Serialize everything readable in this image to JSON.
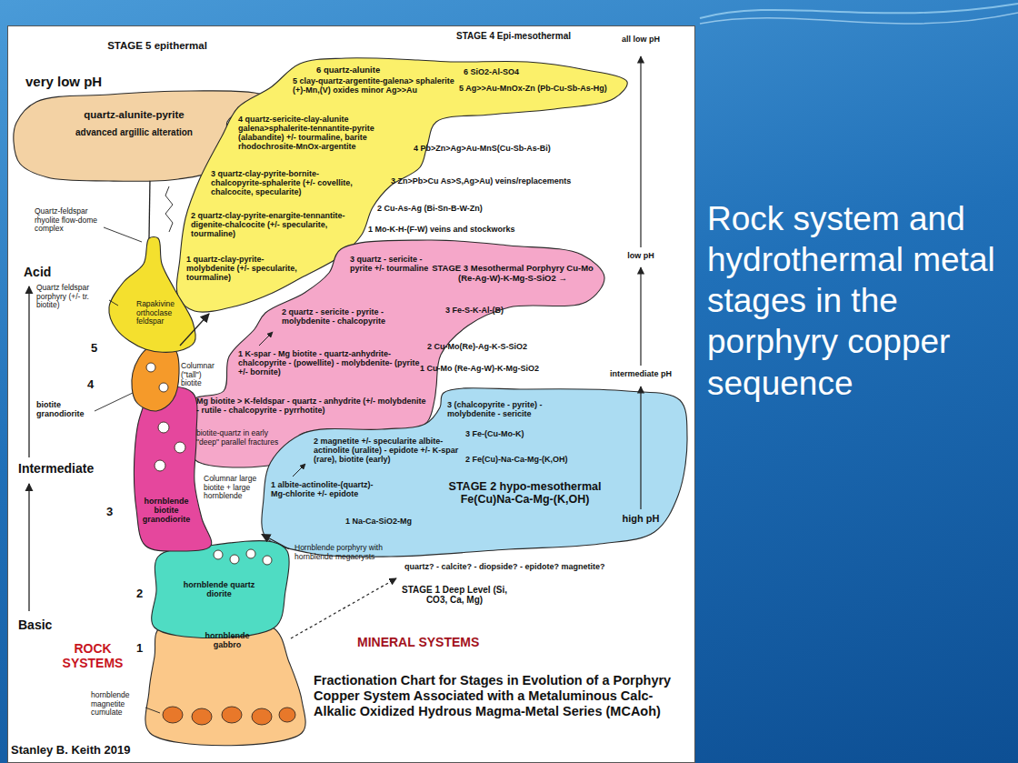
{
  "diagram": {
    "title": "Rock system and hydrothermal metal stages in the porphyry copper sequence",
    "caption": "Fractionation Chart for Stages in Evolution of a Porphyry Copper System Associated with a Metaluminous Calc-Alkalic Oxidized Hydrous Magma-Metal Series (MCAoh)",
    "nodes": [
      {
        "text": [
          "STAGE 5 epithermal",
          "quartz-alunite-pyrite",
          "advanced argillic alteration"
        ]
      },
      {
        "text": [
          "STAGE 4 Epi-mesothermal",
          "6 quartz-alunite",
          "5 clay-quartz-argentite-galena> sphalerite (+)-Mn,(V) oxides minor Ag>>Au",
          "4 quartz-sericite-clay-alunite galena>sphalerite-tennantite-pyrite (alabandite) +/- tourmaline, barite rhodochrosite-MnOx-argentite",
          "3 quartz-clay-pyrite-bornite-chalcopyrite-sphalerite (+/- covellite, chalcocite, specularite)",
          "2 quartz-clay-pyrite-enargite-tennantite-digenite-chalcocite (+/- specularite, tourmaline)",
          "1 quartz-clay-pyrite-molybdenite (+/- specularite, tourmaline)"
        ]
      },
      {
        "text": [
          "STAGE 3 Mesothermal Porphyry Cu-Mo (Re-Ag-W)-K-Mg-S-SiO2 →",
          "3 quartz - sericite - pyrite +/- tourmaline",
          "2 quartz - sericite - pyrite - molybdenite - chalcopyrite",
          "1 K-spar - Mg biotite - quartz-anhydrite-chalcopyrite - (powellite) - molybdenite- (pyrite +/- bornite)",
          "Mg biotite > K-feldspar - quartz - anhydrite (+/- molybdenite - rutile - chalcopyrite - pyrrhotite)"
        ]
      },
      {
        "text": [
          "3 (chalcopyrite - pyrite) - molybdenite - sericite",
          "3 Fe-(Cu-Mo-K)",
          "2 magnetite +/- specularite albite-actinolite (uralite) - epidote +/- K-spar (rare), biotite (early)",
          "2 Fe(Cu)-Na-Ca-Mg-(K,OH)",
          "1 albite-actinolite-(quartz)- Mg-chlorite +/- epidote",
          "STAGE 2 hypo-mesothermal Fe(Cu)Na-Ca-Mg-(K,OH)",
          "1 Na-Ca-SiO2-Mg"
        ]
      },
      {
        "text": [
          "hornblende gabbro"
        ]
      },
      {
        "text": [
          "hornblende quartz diorite"
        ]
      },
      {
        "text": [
          "hornblende biotite granodiorite"
        ]
      },
      {
        "text": [
          "biotite granodiorite"
        ]
      },
      {
        "text": [
          "Quartz feldspar porphyry (+/- tr. biotite)"
        ]
      }
    ],
    "edges": [
      {
        "from": 5,
        "to": 3,
        "arrow": "to"
      },
      {
        "from": 7,
        "to": 1,
        "arrow": "to"
      },
      {
        "from": 8,
        "to": 0,
        "arrow": "none"
      }
    ],
    "labels": [
      "very low pH",
      "all low pH",
      "6 SiO2-Al-SO4",
      "5 Ag>>Au-MnOx-Zn (Pb-Cu-Sb-As-Hg)",
      "4 Pb>Zn>Ag>Au-MnS(Cu-Sb-As-Bi)",
      "3 Zn>Pb>Cu As>S,Ag>Au) veins/replacements",
      "2 Cu-As-Ag (Bi-Sn-B-W-Zn)",
      "1 Mo-K-H-(F-W) veins and stockworks",
      "low pH",
      "3 Fe-S-K-Al-(B)",
      "2 Cu-Mo(Re)-Ag-K-S-SiO2",
      "1 Cu-Mo (Re-Ag-W)-K-Mg-SiO2",
      "intermediate pH",
      "high pH",
      "quartz? - calcite? - diopside? - epidote? magnetite?",
      "STAGE 1 Deep Level (Si, CO3, Ca, Mg)",
      "MINERAL SYSTEMS",
      "Quartz-feldspar rhyolite flow-dome complex",
      "Acid",
      "Rapakivine orthoclase feldspar",
      "5",
      "Columnar (\"tall\") biotite",
      "4",
      "biotite-quartz in early \"deep\" parallel fractures",
      "Intermediate",
      "Columnar large biotite + large hornblende",
      "3",
      "Hornblende porphyry with hornblende megacrysts",
      "2",
      "Basic",
      "1",
      "ROCK SYSTEMS",
      "hornblende magnetite cumulate",
      "Stanley B. Keith 2019"
    ]
  }
}
